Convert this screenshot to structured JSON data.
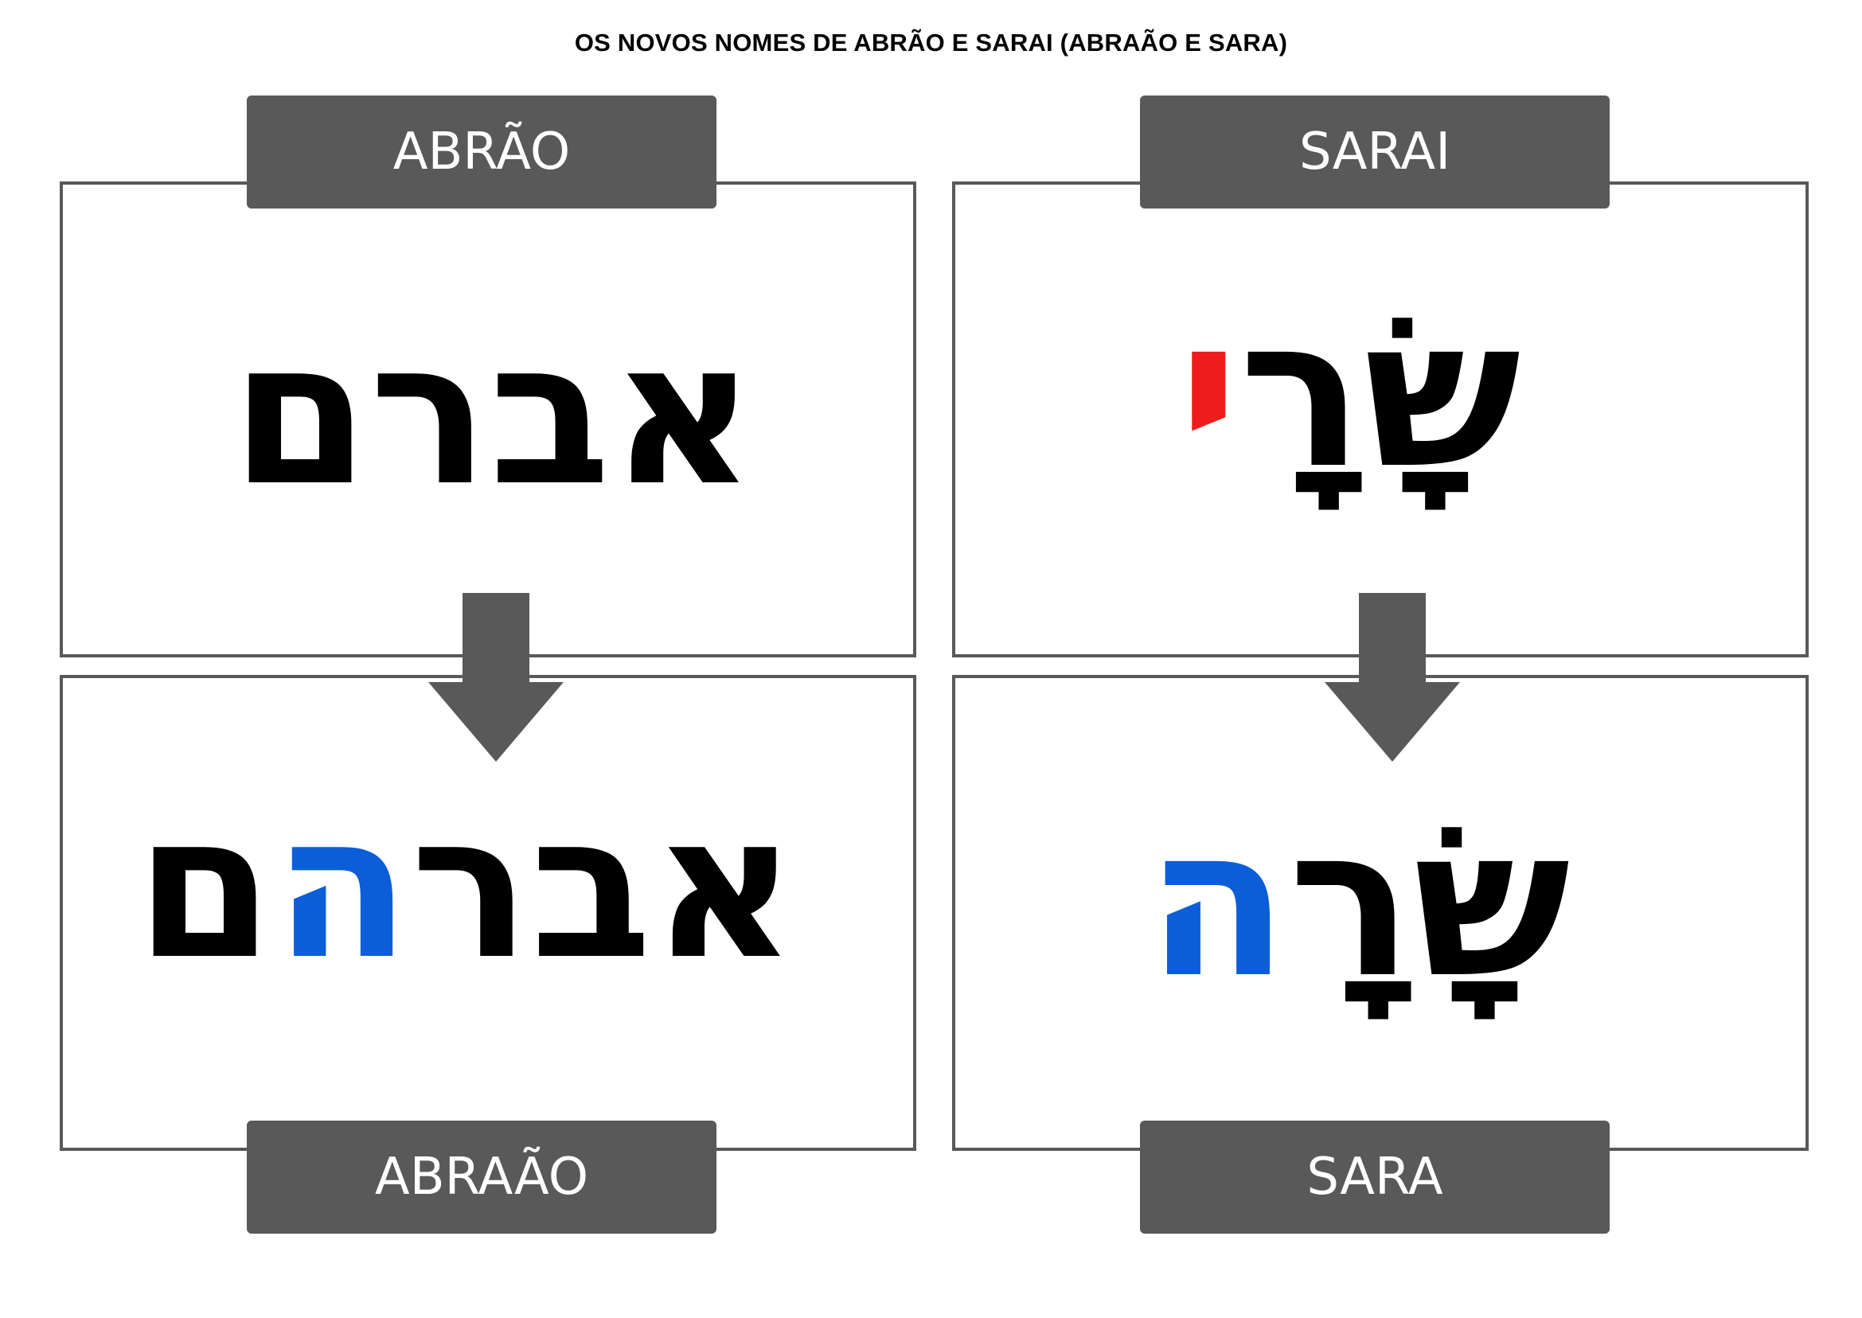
{
  "title": "OS NOVOS NOMES DE ABRÃO E SARAI (ABRAÃO E SARA)",
  "colors": {
    "frame": "#595959",
    "label_bg": "#595959",
    "label_text": "#ffffff",
    "added_letter": "#0b5ed7",
    "removed_letter": "#ee1c1c"
  },
  "abraham": {
    "old_label": "ABRÃO",
    "new_label": "ABRAÃO",
    "old_hebrew": {
      "main": "אברם"
    },
    "new_hebrew": {
      "before": "אבר",
      "highlight": "ה",
      "after": "ם"
    },
    "arrow_icon": "arrow-down-icon"
  },
  "sarah": {
    "old_label": "SARAI",
    "new_label": "SARA",
    "old_hebrew": {
      "main": "שָׂרָ",
      "highlight": "י"
    },
    "new_hebrew": {
      "main": "שָׂרָ",
      "highlight": "ה"
    },
    "arrow_icon": "arrow-down-icon"
  }
}
